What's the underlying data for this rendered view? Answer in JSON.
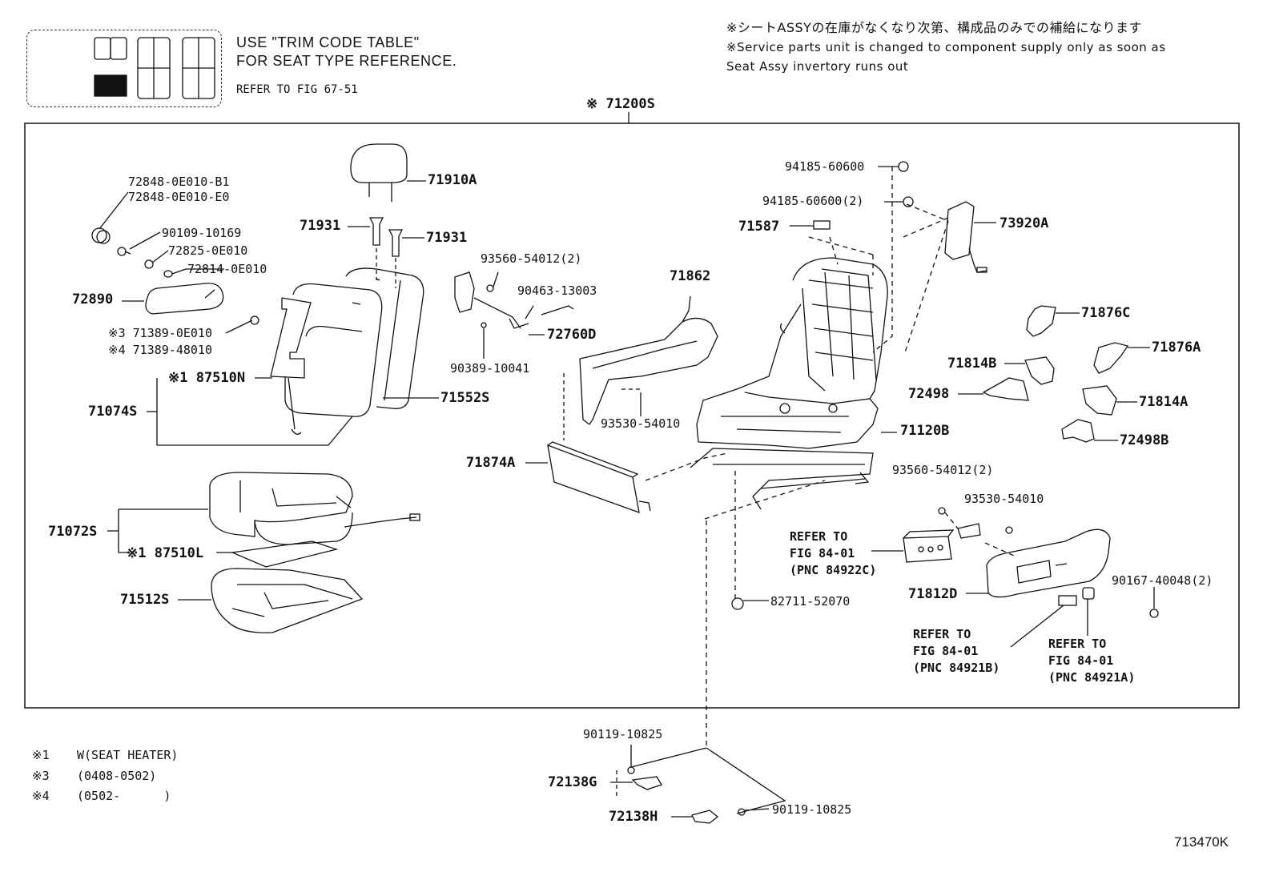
{
  "header": {
    "use_line1": "USE  \"TRIM CODE TABLE\"",
    "use_line2": "FOR SEAT TYPE REFERENCE.",
    "refer_fig": "REFER TO FIG 67-51",
    "jp_note": "※シートASSYの在庫がなくなり次第、構成品のみでの補給になります",
    "en_note_1": "※Service parts unit is changed to component supply only as soon as",
    "en_note_2": "Seat Assy invertory runs out",
    "assy": "※ 71200S"
  },
  "parts": {
    "p72848_b1": "72848-0E010-B1",
    "p72848_e0": "72848-0E010-E0",
    "p90109": "90109-10169",
    "p72825": "72825-0E010",
    "p72814": "72814-0E010",
    "p72890": "72890",
    "p71389_a": "※3 71389-0E010",
    "p71389_b": "※4 71389-48010",
    "p87510n": "※1 87510N",
    "p71074s": "71074S",
    "p71910a": "71910A",
    "p71931_l": "71931",
    "p71931_r": "71931",
    "p71552s": "71552S",
    "p93560_top": "93560-54012(2)",
    "p90463": "90463-13003",
    "p72760d": "72760D",
    "p90389": "90389-10041",
    "p71862": "71862",
    "p93530_left": "93530-54010",
    "p71874a": "71874A",
    "p94185_1": "94185-60600",
    "p94185_2": "94185-60600(2)",
    "p71587": "71587",
    "p73920a": "73920A",
    "p71876c": "71876C",
    "p71876a": "71876A",
    "p71814b": "71814B",
    "p72498": "72498",
    "p71814a": "71814A",
    "p72498b": "72498B",
    "p71120b": "71120B",
    "p93560_right": "93560-54012(2)",
    "p93530_right": "93530-54010",
    "p82711": "82711-52070",
    "p71812d": "71812D",
    "p90167": "90167-40048(2)",
    "p71072s": "71072S",
    "p87510l": "※1 87510L",
    "p71512s": "71512S",
    "p90119_top": "90119-10825",
    "p72138g": "72138G",
    "p72138h": "72138H",
    "p90119_bot": "90119-10825"
  },
  "refs": {
    "r84922c": "REFER TO\nFIG 84-01\n(PNC 84922C)",
    "r84921b": "REFER TO\nFIG 84-01\n(PNC 84921B)",
    "r84921a": "REFER TO\nFIG 84-01\n(PNC 84921A)"
  },
  "legend": {
    "n1_mark": "※1",
    "n1_text": "W(SEAT HEATER)",
    "n3_mark": "※3",
    "n3_text": "(0408-0502)",
    "n4_mark": "※4",
    "n4_text": "(0502-      )"
  },
  "figure_id": "713470K"
}
